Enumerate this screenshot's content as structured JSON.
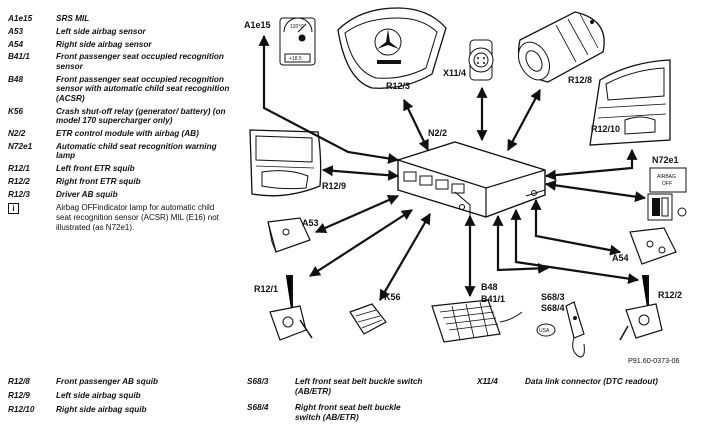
{
  "legend": [
    {
      "code": "A1e15",
      "desc": "SRS MIL"
    },
    {
      "code": "A53",
      "desc": "Left side airbag sensor"
    },
    {
      "code": "A54",
      "desc": "Right side airbag sensor"
    },
    {
      "code": "B41/1",
      "desc": "Front passenger seat occupied recognition sensor"
    },
    {
      "code": "B48",
      "desc": "Front passenger seat occupied recognition sensor with automatic child seat recognition (ACSR)"
    },
    {
      "code": "K56",
      "desc": "Crash shut-off relay (generator/ battery) (on model 170 supercharger only)"
    },
    {
      "code": "N2/2",
      "desc": "ETR control module with airbag (AB)"
    },
    {
      "code": "N72e1",
      "desc": "Automatic child seat recognition warning lamp"
    },
    {
      "code": "R12/1",
      "desc": "Left front ETR squib"
    },
    {
      "code": "R12/2",
      "desc": "Right front ETR squib"
    },
    {
      "code": "R12/3",
      "desc": "Driver AB squib"
    }
  ],
  "note": {
    "icon": "i",
    "text": "Airbag OFFindicator lamp for automatic child seat recognition sensor (ACSR) MIL (E16) not illustrated (as N72e1)."
  },
  "bottom_legend": [
    {
      "code": "R12/8",
      "desc": "Front passenger AB squib"
    },
    {
      "code": "R12/9",
      "desc": "Left side airbag squib"
    },
    {
      "code": "R12/10",
      "desc": "Right side airbag squib"
    },
    {
      "code": "S68/3",
      "desc": "Left front seat belt buckle switch (AB/ETR)"
    },
    {
      "code": "S68/4",
      "desc": "Right front seat belt buckle switch (AB/ETR)"
    },
    {
      "code": "X11/4",
      "desc": "Data link connector (DTC readout)"
    }
  ],
  "diagram": {
    "labels": {
      "a1e15": "A1e15",
      "r12_3": "R12/3",
      "x11_4": "X11/4",
      "r12_8": "R12/8",
      "r12_10": "R12/10",
      "n2_2": "N2/2",
      "r12_9": "R12/9",
      "n72e1": "N72e1",
      "a53": "A53",
      "a54": "A54",
      "r12_1": "R12/1",
      "k56": "K56",
      "b48": "B48",
      "b41_1": "B41/1",
      "s68_3": "S68/3",
      "s68_4": "S68/4",
      "r12_2": "R12/2"
    },
    "gauge_text": {
      "temp": "120°C",
      "value": "+18.5"
    },
    "lamp_text": {
      "line1": "AIRBAG",
      "line2": "OFF"
    },
    "usa": "USA"
  },
  "ref_code": "P91.60-0373-06"
}
